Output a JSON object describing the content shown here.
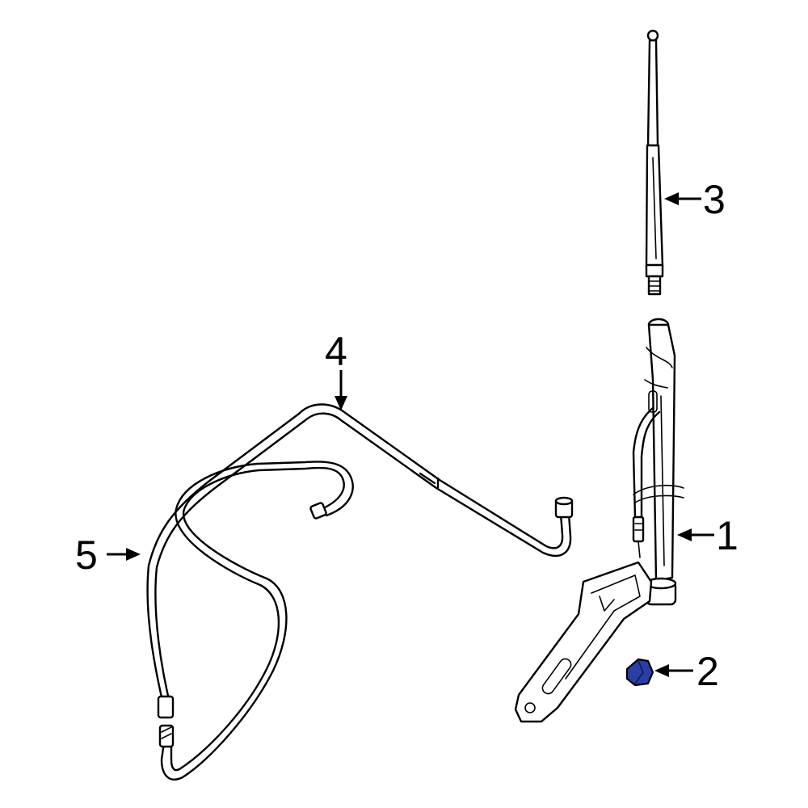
{
  "colors": {
    "background": "#ffffff",
    "line": "#000000",
    "highlight_part": "#2a3fa6"
  },
  "callouts": [
    {
      "id": "1",
      "label": "1"
    },
    {
      "id": "2",
      "label": "2"
    },
    {
      "id": "3",
      "label": "3"
    },
    {
      "id": "4",
      "label": "4"
    },
    {
      "id": "5",
      "label": "5"
    }
  ]
}
